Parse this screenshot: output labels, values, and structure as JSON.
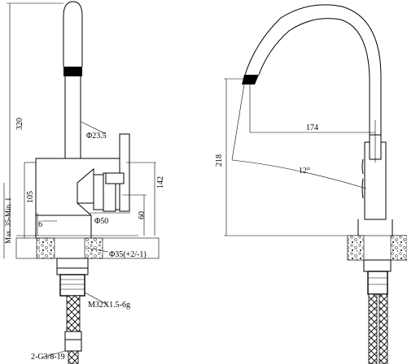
{
  "left_view": {
    "dims": {
      "height_total": "320",
      "spout_diameter": "Φ23.5",
      "max_min": "Max. 35-Min. 1",
      "body_height": "105",
      "offset": "6",
      "handle_height": "142",
      "base_height": "60",
      "base_diameter": "Φ50",
      "hole_diameter": "Φ35(+2/-1)",
      "thread": "M32X1.5-6g",
      "hose_thread": "2-G3/8-19"
    }
  },
  "right_view": {
    "dims": {
      "reach": "174",
      "spout_height": "218",
      "swivel_angle": "12°"
    }
  }
}
